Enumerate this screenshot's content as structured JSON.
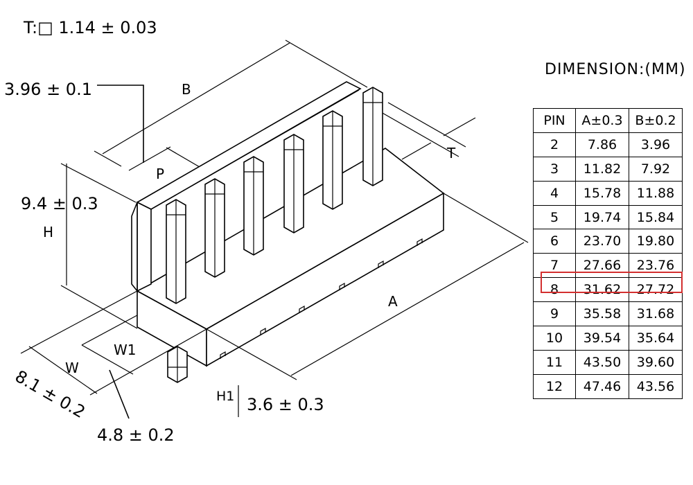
{
  "thickness_note": "T:□ 1.14 ± 0.03",
  "pitch_value": "3.96 ± 0.1",
  "height_value": "9.4 ± 0.3",
  "width_value": "8.1 ± 0.2",
  "w1_value": "4.8 ± 0.2",
  "h1_value": "3.6 ± 0.3",
  "letters": {
    "B": "B",
    "P": "P",
    "H": "H",
    "T": "T",
    "A": "A",
    "W": "W",
    "W1": "W1",
    "H1": "H1"
  },
  "table": {
    "heading": "DIMENSION:(MM)",
    "columns": [
      "PIN",
      "A±0.3",
      "B±0.2"
    ],
    "rows": [
      [
        "2",
        "7.86",
        "3.96"
      ],
      [
        "3",
        "11.82",
        "7.92"
      ],
      [
        "4",
        "15.78",
        "11.88"
      ],
      [
        "5",
        "19.74",
        "15.84"
      ],
      [
        "6",
        "23.70",
        "19.80"
      ],
      [
        "7",
        "27.66",
        "23.76"
      ],
      [
        "8",
        "31.62",
        "27.72"
      ],
      [
        "9",
        "35.58",
        "31.68"
      ],
      [
        "10",
        "39.54",
        "35.64"
      ],
      [
        "11",
        "43.50",
        "39.60"
      ],
      [
        "12",
        "47.46",
        "43.56"
      ]
    ],
    "highlighted_pin": "7",
    "highlight_color": "#d32f2f"
  }
}
